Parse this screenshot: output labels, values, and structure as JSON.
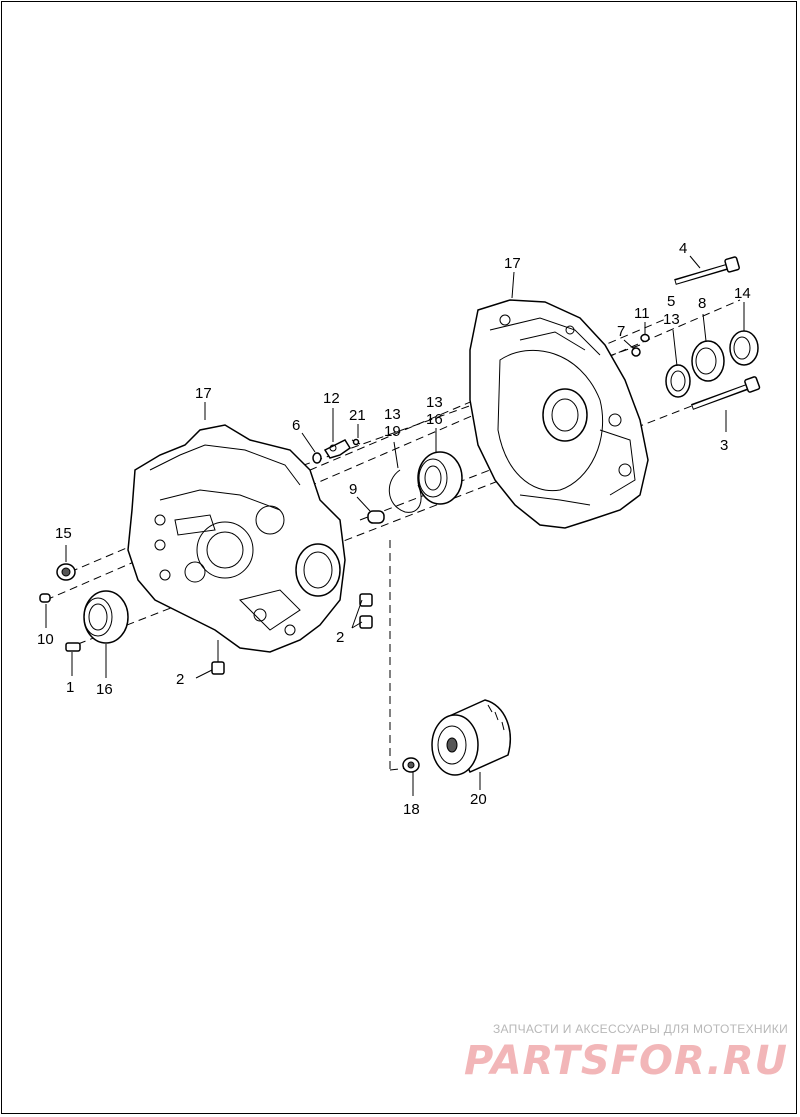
{
  "callouts": {
    "c1": "1",
    "c2a": "2",
    "c2b": "2",
    "c3": "3",
    "c4": "4",
    "c5": "5",
    "c6": "6",
    "c7": "7",
    "c8": "8",
    "c9": "9",
    "c10": "10",
    "c11": "11",
    "c12": "12",
    "c13a": "13",
    "c13b": "13",
    "c13c": "13",
    "c14": "14",
    "c15": "15",
    "c16a": "16",
    "c16b": "16",
    "c17a": "17",
    "c17b": "17",
    "c18": "18",
    "c19": "19",
    "c20": "20",
    "c21": "21"
  },
  "watermark": {
    "caption": "ЗАПЧАСТИ И АКСЕССУАРЫ ДЛЯ МОТОТЕХНИКИ",
    "brand": "PARTSFOR.RU",
    "color": "#f2b6b8"
  }
}
